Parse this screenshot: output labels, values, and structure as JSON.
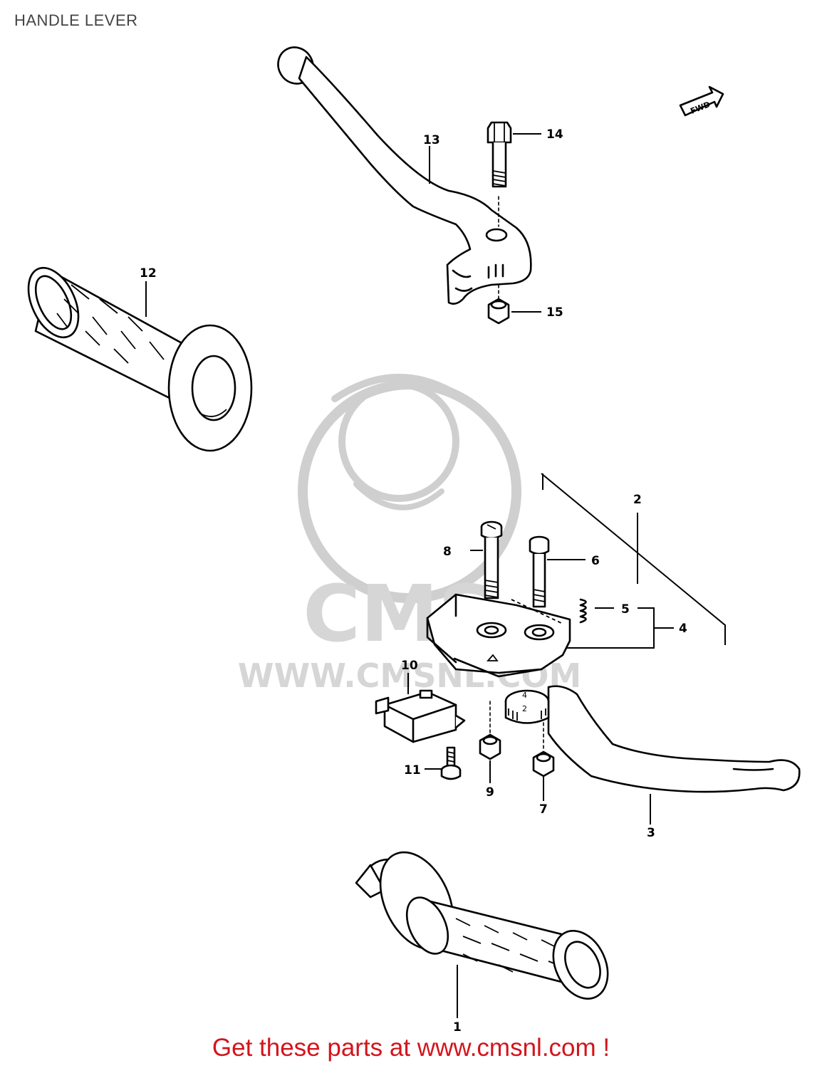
{
  "title": "HANDLE LEVER",
  "footer": "Get these parts at www.cmsnl.com !",
  "watermark": {
    "logo": "CMS",
    "url": "WWW.CMSNL.COM",
    "color": "#cfcfcf"
  },
  "direction_marker": "FWD",
  "callouts": [
    "1",
    "2",
    "3",
    "4",
    "5",
    "6",
    "7",
    "8",
    "9",
    "10",
    "11",
    "12",
    "13",
    "14",
    "15"
  ],
  "colors": {
    "footer": "#d4141c",
    "title": "#444444",
    "line": "#000000"
  }
}
